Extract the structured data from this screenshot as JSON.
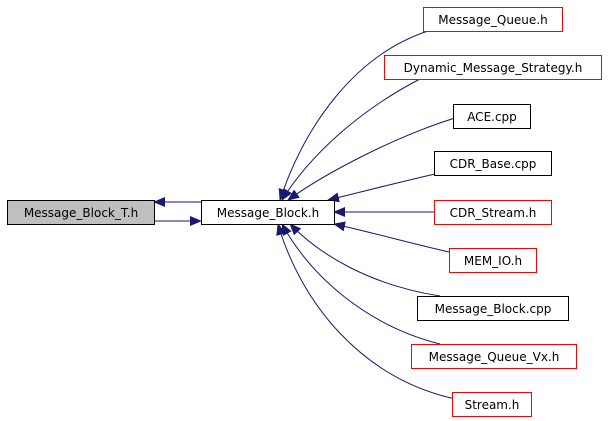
{
  "colors": {
    "edge": "#191970",
    "current_fill": "#bfbfbf",
    "node_fill": "#ffffff",
    "documented_border": "#000000",
    "undocumented_border": "#ff0000"
  },
  "nodes": [
    {
      "id": "n0",
      "label": "Message_Block_T.h",
      "style": "current"
    },
    {
      "id": "n1",
      "label": "Message_Block.h",
      "style": "documented"
    },
    {
      "id": "n2",
      "label": "Message_Queue.h",
      "style": "undocumented"
    },
    {
      "id": "n3",
      "label": "Dynamic_Message_Strategy.h",
      "style": "undocumented"
    },
    {
      "id": "n4",
      "label": "ACE.cpp",
      "style": "documented"
    },
    {
      "id": "n5",
      "label": "CDR_Base.cpp",
      "style": "documented"
    },
    {
      "id": "n6",
      "label": "CDR_Stream.h",
      "style": "undocumented"
    },
    {
      "id": "n7",
      "label": "MEM_IO.h",
      "style": "undocumented"
    },
    {
      "id": "n8",
      "label": "Message_Block.cpp",
      "style": "documented"
    },
    {
      "id": "n9",
      "label": "Message_Queue_Vx.h",
      "style": "undocumented"
    },
    {
      "id": "n10",
      "label": "Stream.h",
      "style": "undocumented"
    }
  ],
  "edges": [
    {
      "from": "n1",
      "to": "n0"
    },
    {
      "from": "n0",
      "to": "n1"
    },
    {
      "from": "n2",
      "to": "n1"
    },
    {
      "from": "n3",
      "to": "n1"
    },
    {
      "from": "n4",
      "to": "n1"
    },
    {
      "from": "n5",
      "to": "n1"
    },
    {
      "from": "n6",
      "to": "n1"
    },
    {
      "from": "n7",
      "to": "n1"
    },
    {
      "from": "n8",
      "to": "n1"
    },
    {
      "from": "n9",
      "to": "n1"
    },
    {
      "from": "n10",
      "to": "n1"
    }
  ]
}
